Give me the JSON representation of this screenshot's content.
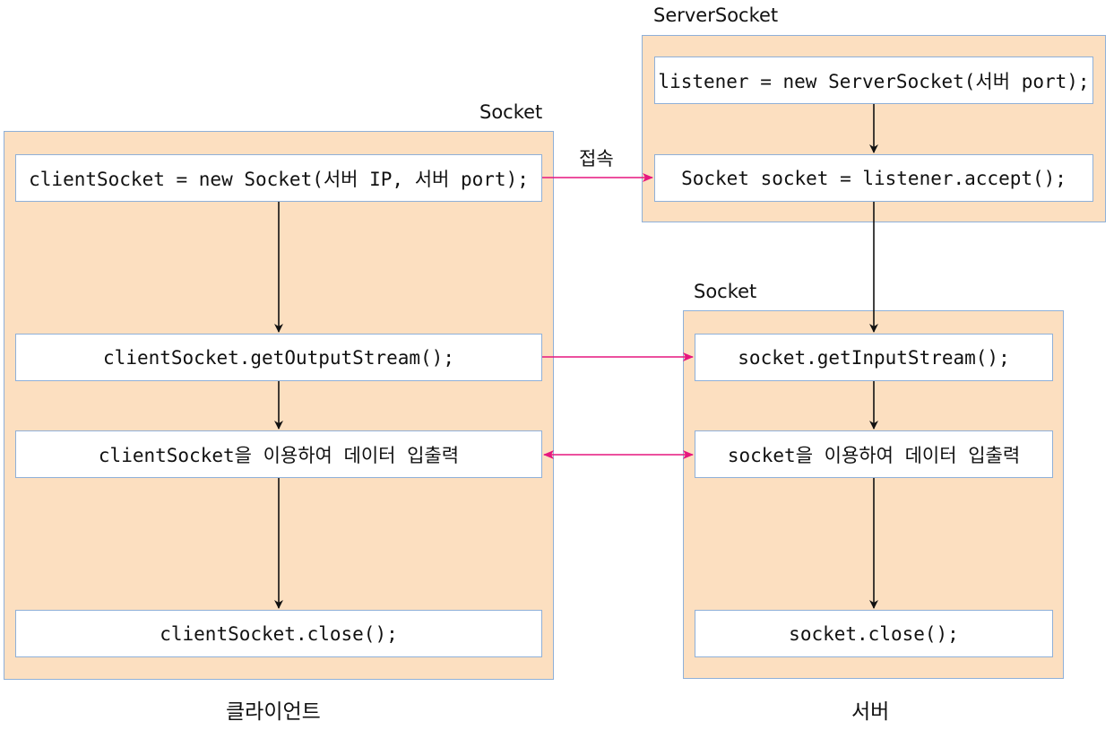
{
  "client": {
    "panel_label": "Socket",
    "steps": [
      "clientSocket = new Socket(서버 IP, 서버 port);",
      "clientSocket.getOutputStream();",
      "clientSocket을 이용하여 데이터 입출력",
      "clientSocket.close();"
    ],
    "caption": "클라이언트"
  },
  "server_socket": {
    "panel_label": "ServerSocket",
    "steps": [
      "listener = new ServerSocket(서버 port);",
      "Socket socket = listener.accept();"
    ]
  },
  "server": {
    "panel_label": "Socket",
    "steps": [
      "socket.getInputStream();",
      "socket을 이용하여 데이터 입출력",
      "socket.close();"
    ],
    "caption": "서버"
  },
  "connect_label": "접속",
  "colors": {
    "panel_fill": "#fcdfc0",
    "panel_border": "#8fb0d8",
    "flow_arrow": "#111111",
    "connection_arrow": "#e6177f"
  }
}
